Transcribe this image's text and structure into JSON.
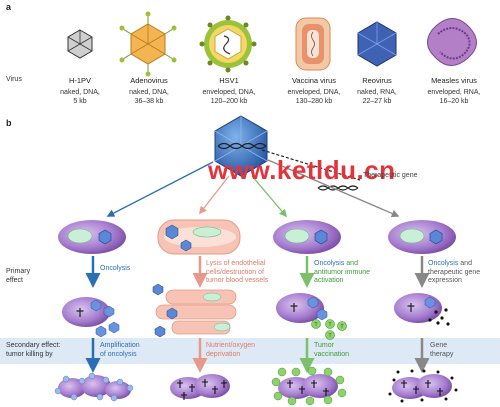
{
  "panel_a": {
    "label": "a",
    "virus_row_label": "Virus",
    "viruses": [
      {
        "name": "H-1PV",
        "desc": "naked, DNA,\n5 kb"
      },
      {
        "name": "Adenovirus",
        "desc": "naked, DNA,\n36–38 kb"
      },
      {
        "name": "HSV1",
        "desc": "enveloped, DNA,\n120–200 kb"
      },
      {
        "name": "Vaccina virus",
        "desc": "enveloped, DNA,\n130–280 kb"
      },
      {
        "name": "Reovirus",
        "desc": "naked, RNA,\n22–27 kb"
      },
      {
        "name": "Measles virus",
        "desc": "enveloped, RNA,\n16–20 kb"
      }
    ]
  },
  "panel_b": {
    "label": "b",
    "watermark": "www.ketldu.cn",
    "therapeutic_gene": "Therapeutic gene",
    "primary_effect_label": "Primary\neffect",
    "secondary_effect_label": "Secondary effect:\ntumor killing by",
    "primary": {
      "col1": "Oncolysis",
      "col2": "Lysis of endothelial\ncells/destruction of\ntumor blood vessels",
      "col3a": "Oncolysis",
      "col3b": " and\nantitumor immune\nactivation",
      "col4a": "Oncolysis",
      "col4b": " and\ntherapeutic gene\nexpression"
    },
    "secondary": {
      "col1": "Amplification\nof oncolysis",
      "col2": "Nutrient/oxygen\ndeprivation",
      "col3": "Tumor\nvaccination",
      "col4": "Gene\ntherapy"
    }
  },
  "colors": {
    "blue": "#2a6fb5",
    "pink": "#e07a68",
    "green": "#3f9a3b",
    "gray": "#777777",
    "cell": "#8e5db5",
    "band": "#dde9f5"
  }
}
